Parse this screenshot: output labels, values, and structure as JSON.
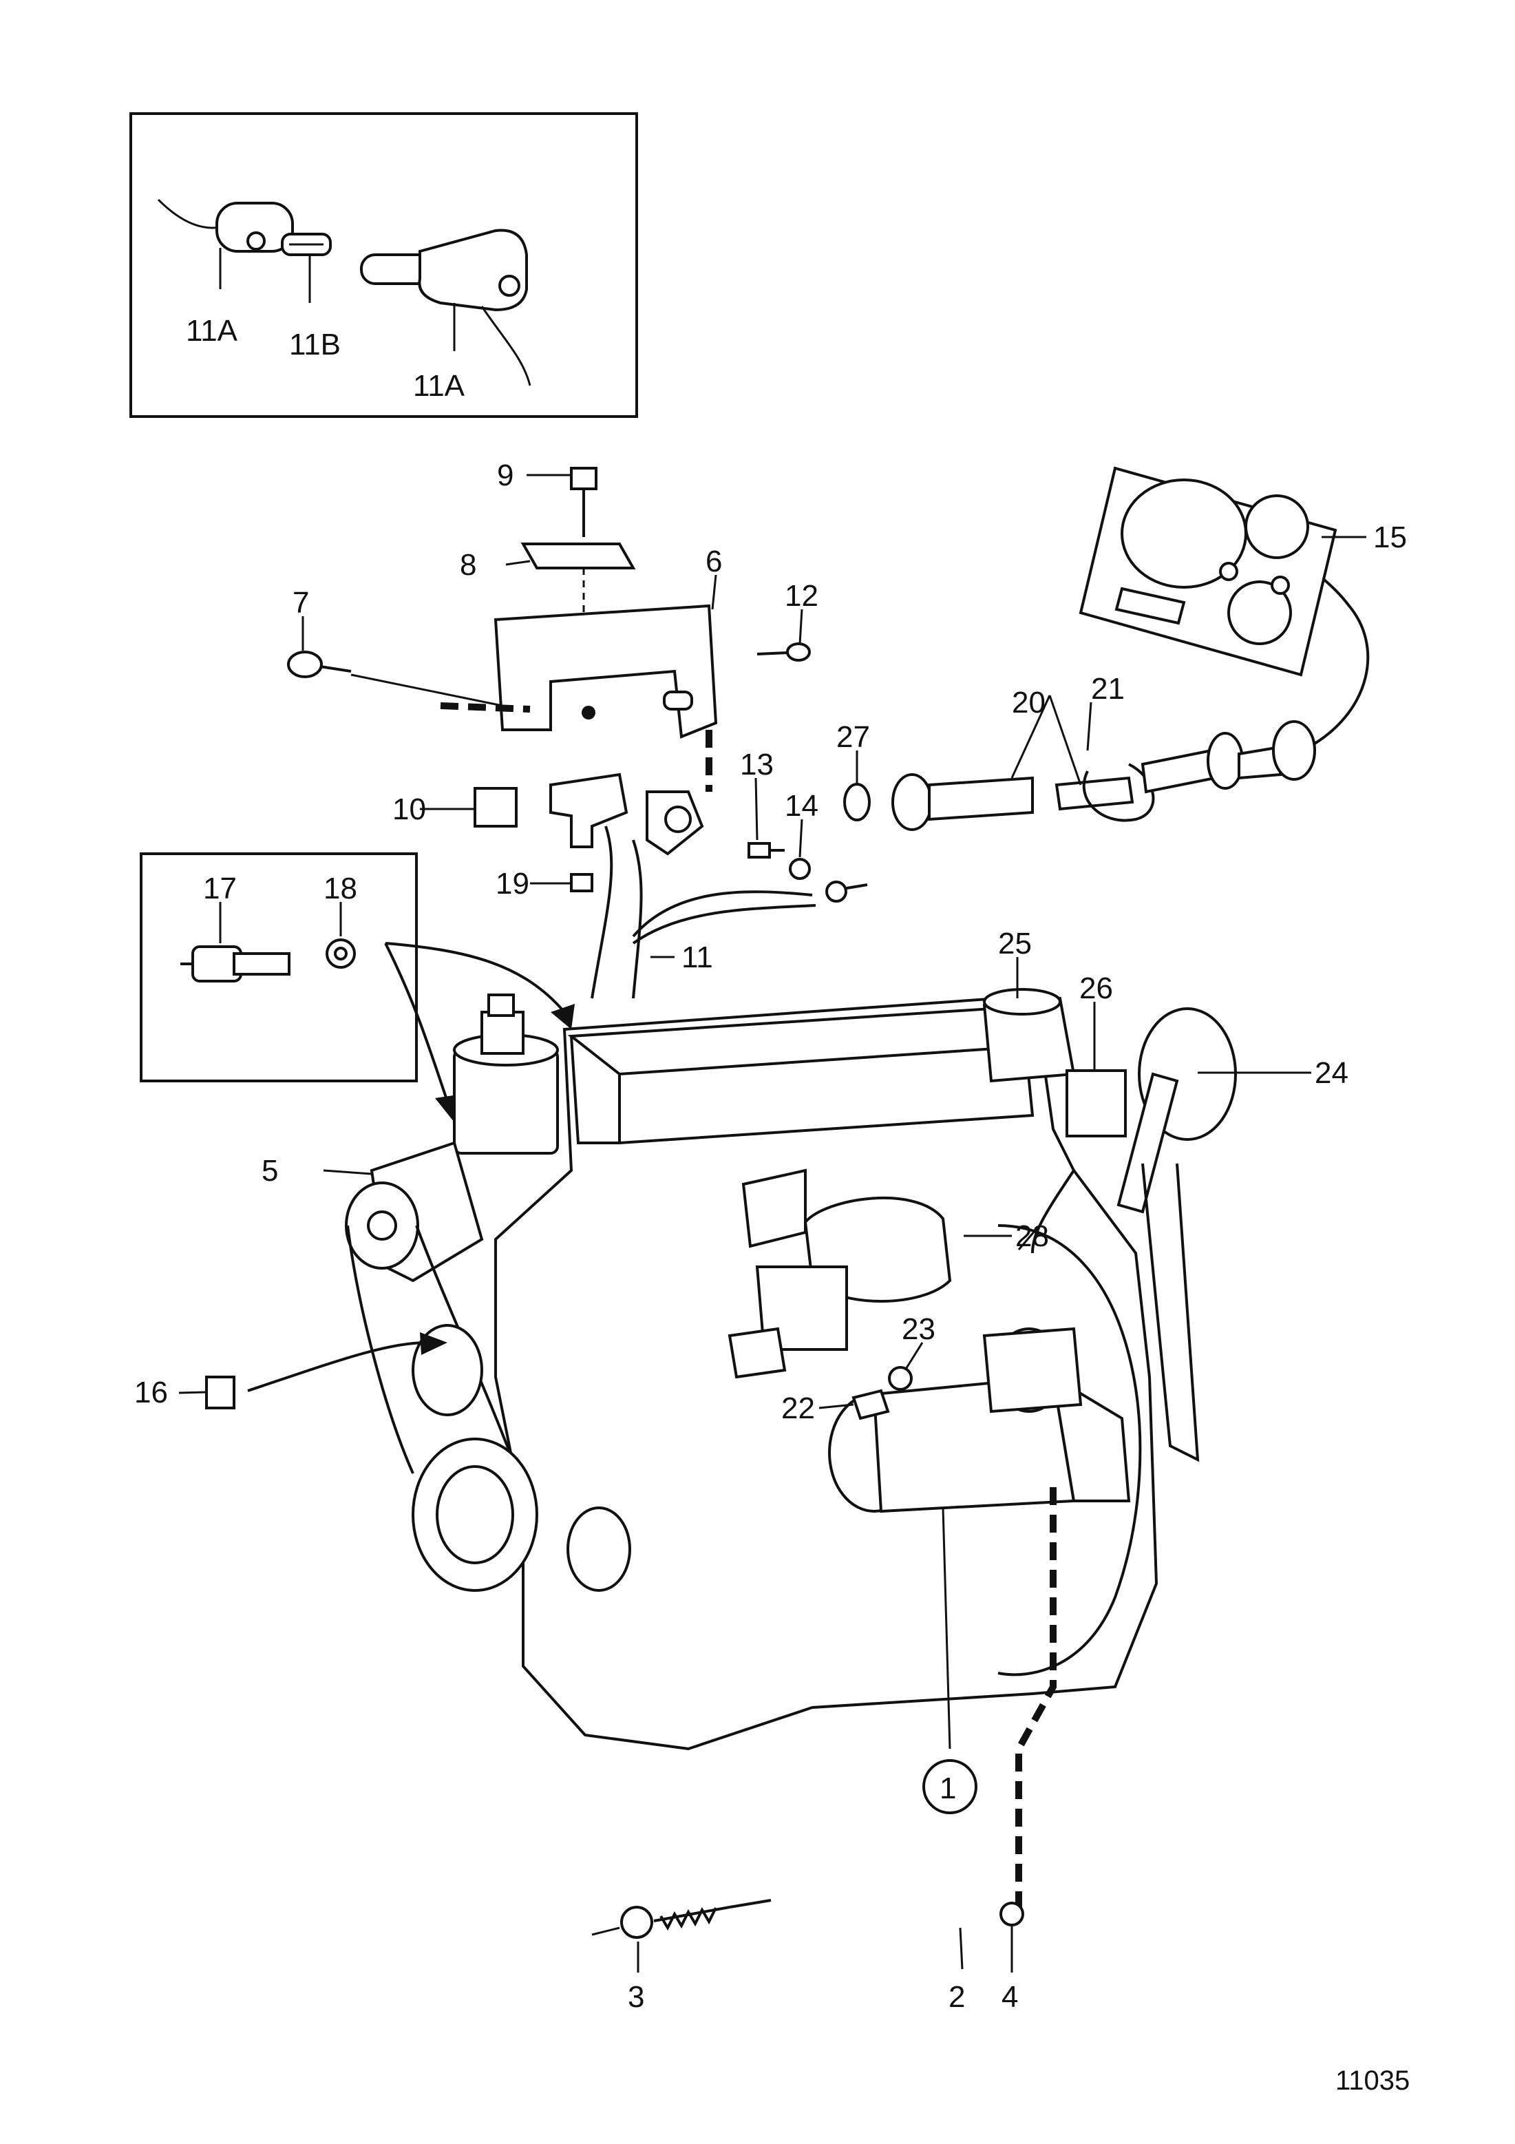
{
  "figure_number": "11035",
  "inset_connector": {
    "labels": [
      "11A",
      "11B",
      "11A"
    ]
  },
  "inset_sensor": {
    "labels": [
      "17",
      "18"
    ]
  },
  "callouts": {
    "c1": "1",
    "c2": "2",
    "c3": "3",
    "c4": "4",
    "c5": "5",
    "c6": "6",
    "c7": "7",
    "c8": "8",
    "c9": "9",
    "c10": "10",
    "c11": "11",
    "c12": "12",
    "c13": "13",
    "c14": "14",
    "c15": "15",
    "c16": "16",
    "c19": "19",
    "c20": "20",
    "c21": "21",
    "c22": "22",
    "c23": "23",
    "c24": "24",
    "c25": "25",
    "c26": "26",
    "c27": "27",
    "c28": "28"
  }
}
